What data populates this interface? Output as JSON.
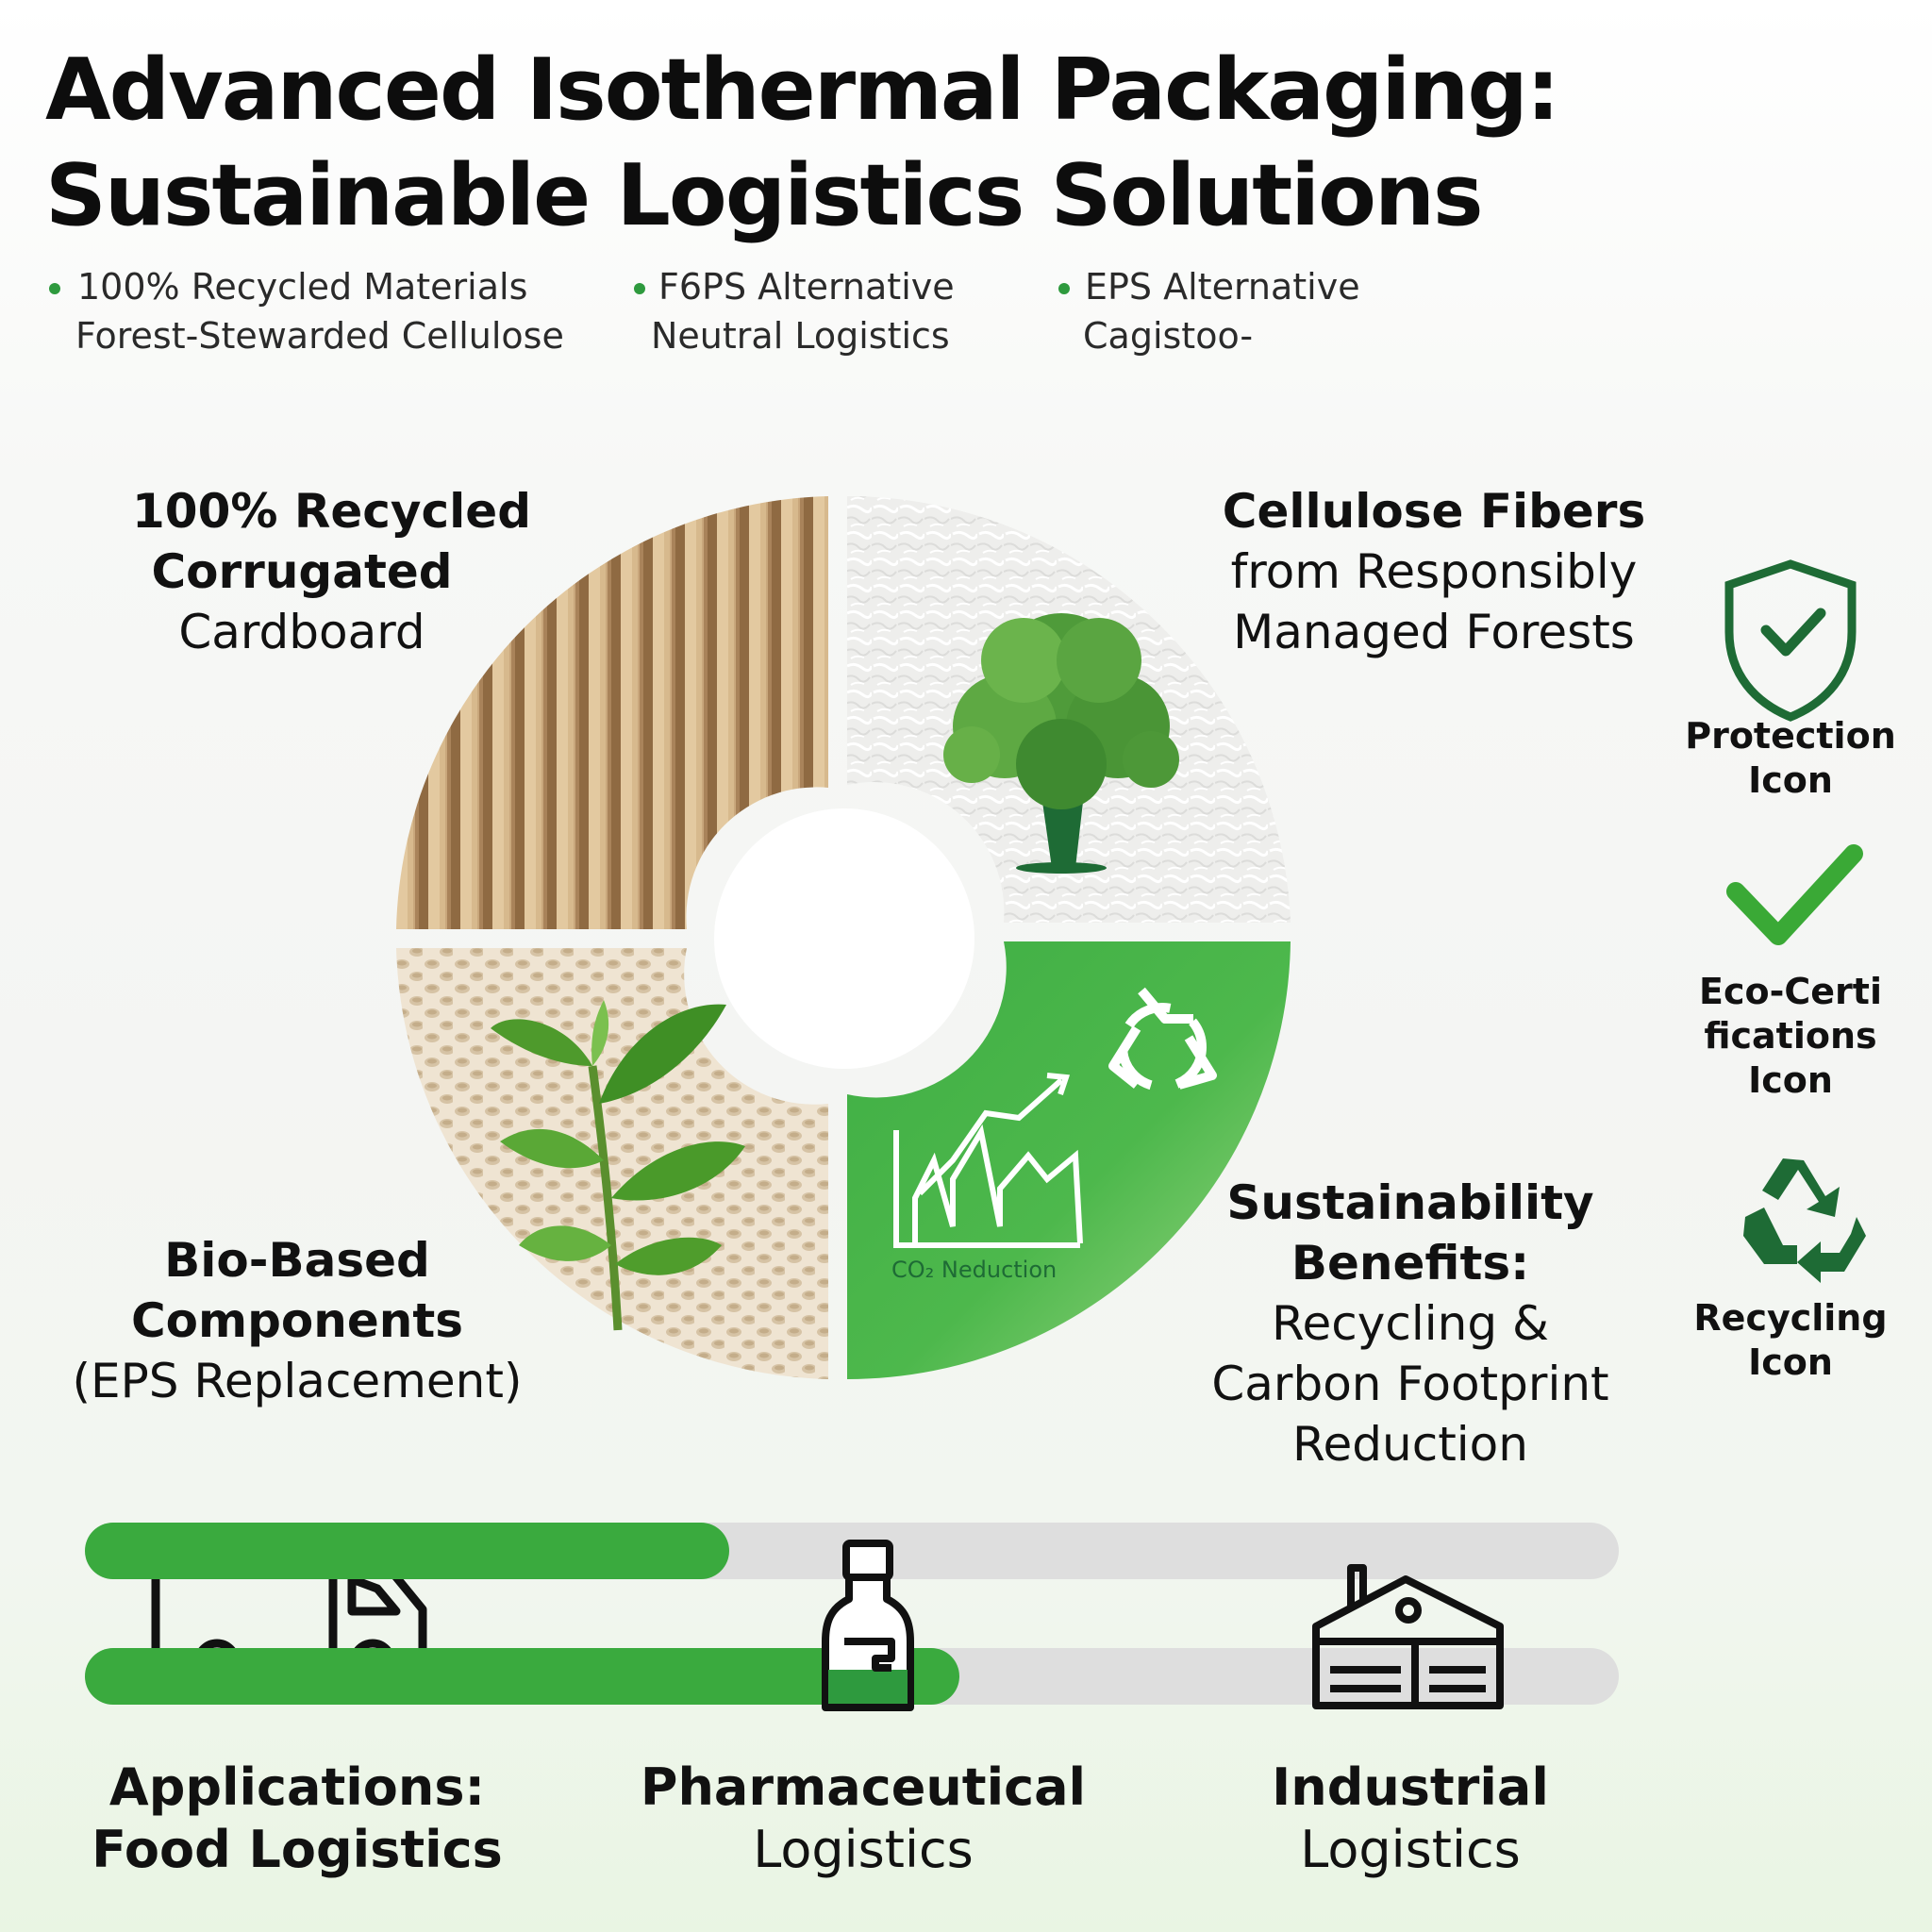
{
  "header": {
    "title_line1": "Advanced Isothermal Packaging:",
    "title_line2": "Sustainable Logistics Solutions"
  },
  "bullets": [
    {
      "line1": "100% Recycled Materials",
      "line2": "Forest-Stewarded Cellulose"
    },
    {
      "line1": "F6PS Alternative",
      "line2": "Neutral Logistics"
    },
    {
      "line1": "EPS Alternative",
      "line2": "Cagistoo-"
    }
  ],
  "quadrants": {
    "cardboard": {
      "line1": "100% Recycled",
      "line2": "Corrugated",
      "line3": "Cardboard"
    },
    "cellulose": {
      "line1": "Cellulose Fibers",
      "line2": "from Responsibly",
      "line3": "Managed Forests"
    },
    "biobased": {
      "line1": "Bio-Based",
      "line2": "Components",
      "line3": "(EPS Replacement)"
    },
    "sustainability": {
      "line1": "Sustainability",
      "line2": "Benefits:",
      "line3": "Recycling &",
      "line4": "Carbon Footprint",
      "line5": "Reduction"
    },
    "co2_label": "CO₂ Neduction"
  },
  "side_icons": [
    {
      "name": "protection",
      "line1": "Protection",
      "line2": "Icon"
    },
    {
      "name": "eco-cert",
      "line1": "Eco-Certi",
      "line2": "fications",
      "line3": "Icon"
    },
    {
      "name": "recycling",
      "line1": "Recycling",
      "line2": "Icon"
    }
  ],
  "progress": {
    "top_fraction": 0.42,
    "bottom_fraction": 0.57
  },
  "applications": {
    "food": {
      "line1": "Applications:",
      "line2": "Food Logistics"
    },
    "pharma": {
      "line1": "Pharmaceutical",
      "line2": "Logistics"
    },
    "industrial": {
      "line1": "Industrial",
      "line2": "Logistics"
    }
  },
  "colors": {
    "accent_green": "#3aaa3e",
    "dark_green": "#1e6b35",
    "track_gray": "#dedede",
    "cardboard": "#b8946a"
  }
}
